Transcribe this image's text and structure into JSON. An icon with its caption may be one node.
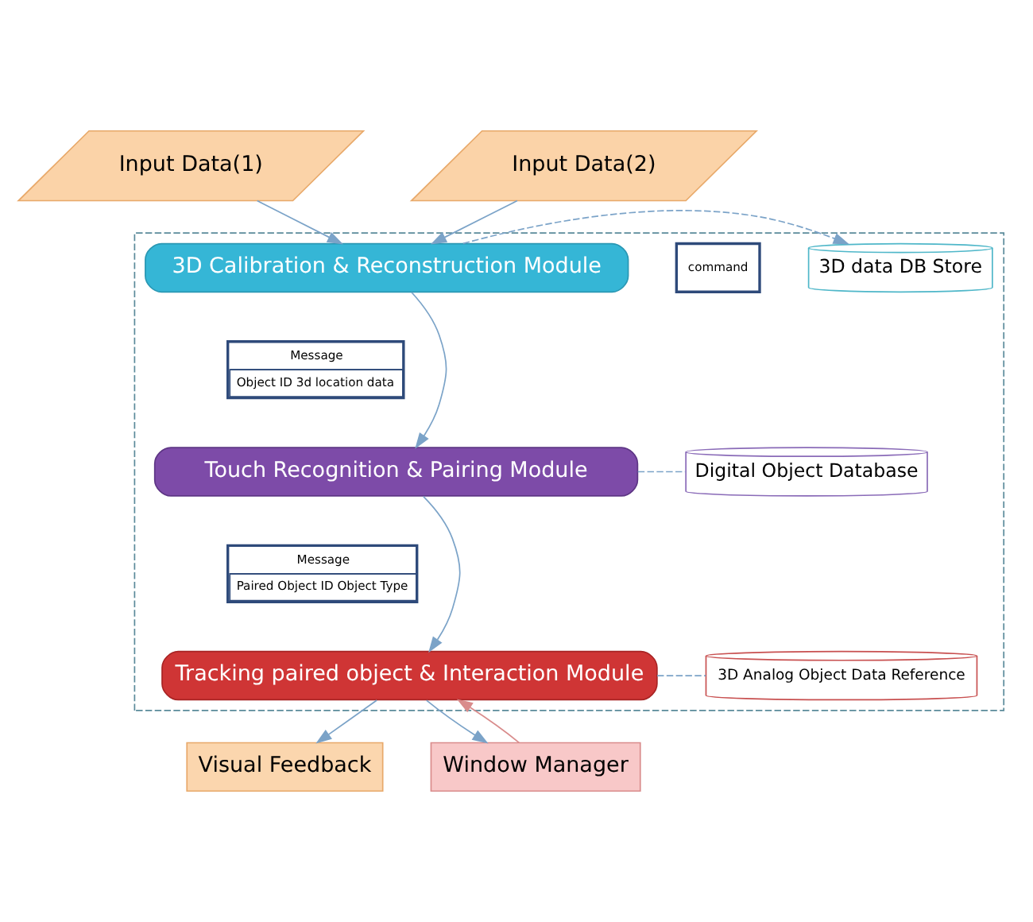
{
  "diagram": {
    "nodes": [
      {
        "text": [],
        "shape": "box"
      },
      {
        "text": [
          "Input Data(1)"
        ]
      },
      {
        "text": [
          "Input Data(2)"
        ]
      },
      {
        "text": [
          "3D Calibration & Reconstruction Module"
        ],
        "in": 0
      },
      {
        "text": [
          "command"
        ],
        "in": 0
      },
      {
        "text": [
          "3D data DB Store"
        ],
        "in": 0
      },
      {
        "text": [
          "Message",
          "Object ID 3d location data"
        ],
        "in": 0
      },
      {
        "text": [
          "Touch Recognition & Pairing Module"
        ],
        "in": 0
      },
      {
        "text": [
          "Digital Object Database"
        ],
        "in": 0
      },
      {
        "text": [
          "Message",
          "Paired Object ID Object Type"
        ],
        "in": 0
      },
      {
        "text": [
          "Tracking paired object & Interaction Module"
        ],
        "in": 0
      },
      {
        "text": [
          "3D Analog Object Data Reference"
        ],
        "in": 0
      },
      {
        "text": [
          "Visual Feedback"
        ]
      },
      {
        "text": [
          "Window Manager"
        ]
      }
    ],
    "edges": [
      {
        "from": 1,
        "to": 3,
        "arrow": "to"
      },
      {
        "from": 2,
        "to": 3,
        "arrow": "to"
      },
      {
        "from": 3,
        "to": 5,
        "arrow": "to",
        "style": "dashed"
      },
      {
        "from": 3,
        "to": 7,
        "arrow": "to"
      },
      {
        "from": 7,
        "to": 8,
        "arrow": "none",
        "style": "dashed"
      },
      {
        "from": 7,
        "to": 10,
        "arrow": "to"
      },
      {
        "from": 10,
        "to": 11,
        "arrow": "none",
        "style": "dashed"
      },
      {
        "from": 10,
        "to": 12,
        "arrow": "to"
      },
      {
        "from": 13,
        "to": 10,
        "arrow": "to",
        "color": "#d98c8c"
      },
      {
        "from": 10,
        "to": 13,
        "arrow": "to"
      }
    ]
  }
}
